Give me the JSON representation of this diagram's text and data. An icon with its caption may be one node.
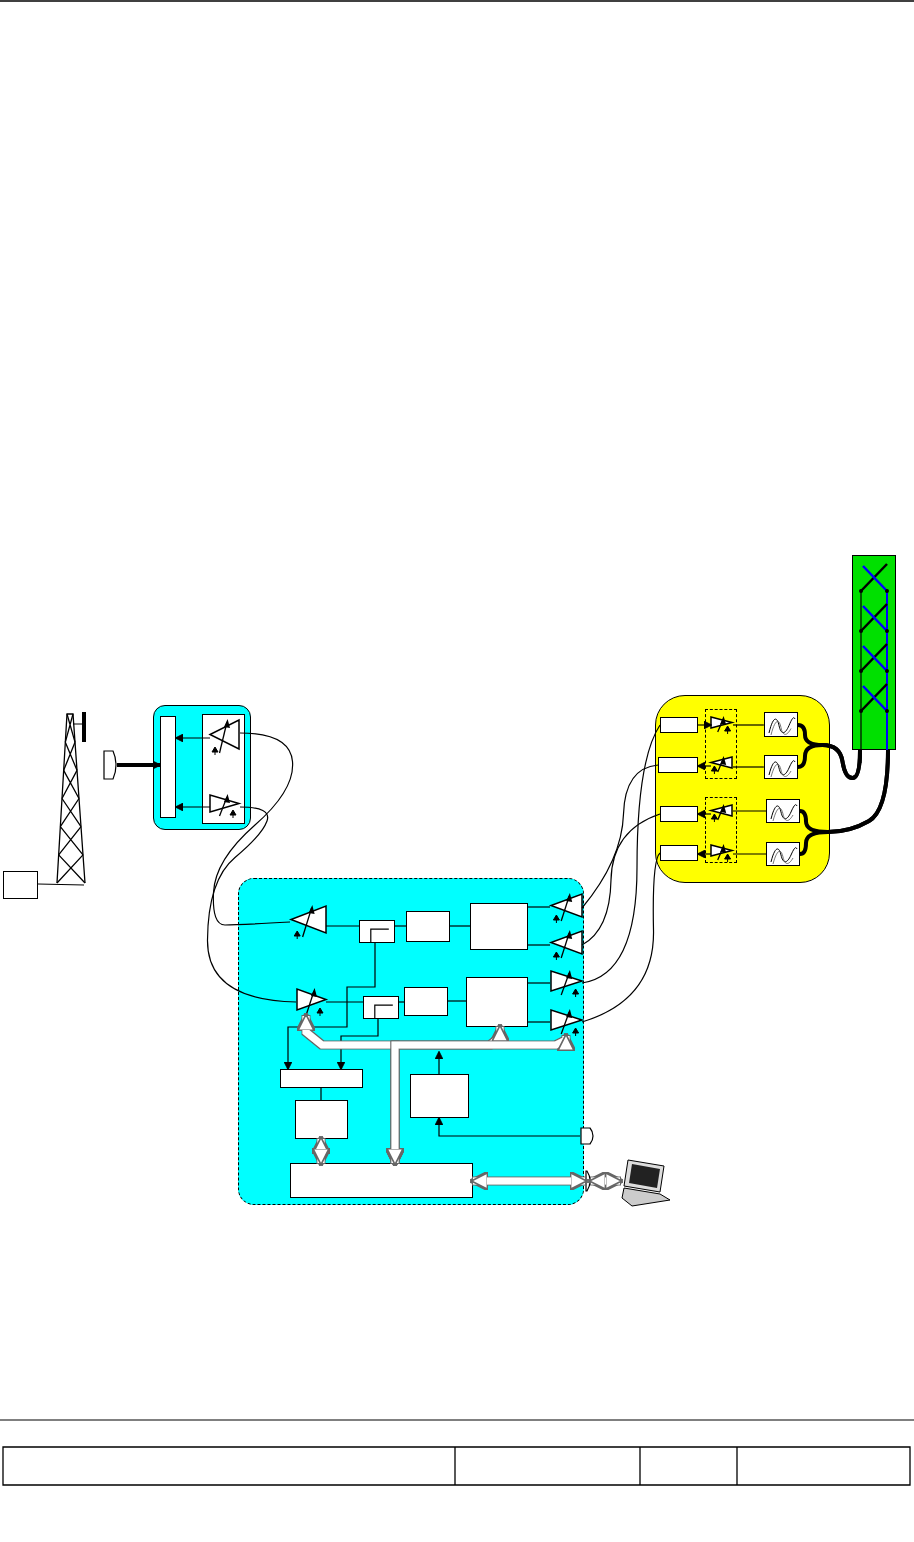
{
  "diagram": {
    "nodes": [
      {
        "text": [],
        "shape": "tower"
      },
      {
        "text": [],
        "shape": "box"
      },
      {
        "text": [],
        "shape": "connector"
      },
      {
        "text": [],
        "shape": "box"
      },
      {
        "text": [],
        "shape": "box",
        "in": 3
      },
      {
        "text": [],
        "shape": "box",
        "in": 3
      },
      {
        "text": [],
        "shape": "triangle",
        "in": 5
      },
      {
        "text": [],
        "shape": "triangle",
        "in": 5
      },
      {
        "text": [],
        "shape": "box"
      },
      {
        "text": [],
        "shape": "triangle",
        "in": 8
      },
      {
        "text": [],
        "shape": "box",
        "in": 8
      },
      {
        "text": [],
        "shape": "box",
        "in": 8
      },
      {
        "text": [],
        "shape": "box",
        "in": 8
      },
      {
        "text": [],
        "shape": "triangle",
        "in": 8
      },
      {
        "text": [],
        "shape": "triangle",
        "in": 8
      },
      {
        "text": [],
        "shape": "triangle",
        "in": 8
      },
      {
        "text": [],
        "shape": "box",
        "in": 8
      },
      {
        "text": [],
        "shape": "box",
        "in": 8
      },
      {
        "text": [],
        "shape": "box",
        "in": 8
      },
      {
        "text": [],
        "shape": "triangle",
        "in": 8
      },
      {
        "text": [],
        "shape": "triangle",
        "in": 8
      },
      {
        "text": [],
        "shape": "box",
        "in": 8
      },
      {
        "text": [],
        "shape": "box",
        "in": 8
      },
      {
        "text": [],
        "shape": "box",
        "in": 8
      },
      {
        "text": [],
        "shape": "box",
        "in": 8
      },
      {
        "text": [],
        "shape": "connector"
      },
      {
        "text": [],
        "shape": "connector"
      },
      {
        "text": [],
        "shape": "laptop"
      },
      {
        "text": [],
        "shape": "box"
      },
      {
        "text": [],
        "shape": "box",
        "in": 28
      },
      {
        "text": [],
        "shape": "box",
        "in": 28
      },
      {
        "text": [],
        "shape": "box",
        "in": 28
      },
      {
        "text": [],
        "shape": "box",
        "in": 28
      },
      {
        "text": [],
        "shape": "box",
        "in": 28
      },
      {
        "text": [],
        "shape": "triangle",
        "in": 33
      },
      {
        "text": [],
        "shape": "triangle",
        "in": 33
      },
      {
        "text": [],
        "shape": "box",
        "in": 28
      },
      {
        "text": [],
        "shape": "triangle",
        "in": 36
      },
      {
        "text": [],
        "shape": "triangle",
        "in": 36
      },
      {
        "text": [],
        "shape": "box",
        "in": 28
      },
      {
        "text": [],
        "shape": "box",
        "in": 28
      },
      {
        "text": [],
        "shape": "box",
        "in": 28
      },
      {
        "text": [],
        "shape": "box",
        "in": 28
      },
      {
        "text": [],
        "shape": "antenna"
      }
    ],
    "edges": [
      {
        "from": 1,
        "to": 0,
        "arrow": "none"
      },
      {
        "from": 2,
        "to": 4,
        "arrow": "to",
        "style": "thick"
      },
      {
        "from": 6,
        "to": 4,
        "arrow": "to"
      },
      {
        "from": 7,
        "to": 4,
        "arrow": "to"
      },
      {
        "from": 6,
        "to": 9,
        "arrow": "none"
      },
      {
        "from": 7,
        "to": 15,
        "arrow": "none"
      },
      {
        "from": 9,
        "to": 10,
        "arrow": "none"
      },
      {
        "from": 10,
        "to": 11,
        "arrow": "none"
      },
      {
        "from": 11,
        "to": 12,
        "arrow": "none"
      },
      {
        "from": 12,
        "to": 13,
        "arrow": "none"
      },
      {
        "from": 12,
        "to": 14,
        "arrow": "none"
      },
      {
        "from": 15,
        "to": 16,
        "arrow": "none"
      },
      {
        "from": 16,
        "to": 17,
        "arrow": "none"
      },
      {
        "from": 17,
        "to": 18,
        "arrow": "none"
      },
      {
        "from": 18,
        "to": 19,
        "arrow": "none"
      },
      {
        "from": 18,
        "to": 20,
        "arrow": "none"
      },
      {
        "from": 10,
        "to": 21,
        "arrow": "to"
      },
      {
        "from": 16,
        "to": 21,
        "arrow": "to"
      },
      {
        "from": 21,
        "to": 22,
        "arrow": "none"
      },
      {
        "from": 22,
        "to": 24,
        "arrow": "both",
        "style": "thick",
        "color": "#ffffff"
      },
      {
        "from": 24,
        "to": 15,
        "arrow": "both",
        "style": "thick",
        "color": "#ffffff"
      },
      {
        "from": 24,
        "to": 18,
        "arrow": "both",
        "style": "thick",
        "color": "#ffffff"
      },
      {
        "from": 24,
        "to": 20,
        "arrow": "both",
        "style": "thick",
        "color": "#ffffff"
      },
      {
        "from": 23,
        "to": null,
        "arrow": "to"
      },
      {
        "from": 25,
        "to": 23,
        "arrow": "to"
      },
      {
        "from": 24,
        "to": 26,
        "arrow": "both",
        "style": "thick",
        "color": "#ffffff"
      },
      {
        "from": 26,
        "to": 27,
        "arrow": "both",
        "style": "thick",
        "color": "#ffffff"
      },
      {
        "from": 30,
        "to": 13,
        "arrow": "none"
      },
      {
        "from": 31,
        "to": 14,
        "arrow": "none"
      },
      {
        "from": 19,
        "to": 29,
        "arrow": "none"
      },
      {
        "from": 20,
        "to": 32,
        "arrow": "none"
      },
      {
        "from": 29,
        "to": 34,
        "arrow": "to"
      },
      {
        "from": 35,
        "to": 30,
        "arrow": "to"
      },
      {
        "from": 37,
        "to": 31,
        "arrow": "to"
      },
      {
        "from": 38,
        "to": 32,
        "arrow": "to"
      },
      {
        "from": 39,
        "to": 34,
        "arrow": "none"
      },
      {
        "from": 40,
        "to": 35,
        "arrow": "none"
      },
      {
        "from": 41,
        "to": 37,
        "arrow": "none"
      },
      {
        "from": 42,
        "to": 38,
        "arrow": "none"
      },
      {
        "from": 39,
        "to": 43,
        "arrow": "none",
        "style": "thick"
      },
      {
        "from": 40,
        "to": 43,
        "arrow": "none",
        "style": "thick"
      },
      {
        "from": 41,
        "to": 43,
        "arrow": "none",
        "style": "thick"
      },
      {
        "from": 42,
        "to": 43,
        "arrow": "none",
        "style": "thick"
      }
    ]
  }
}
